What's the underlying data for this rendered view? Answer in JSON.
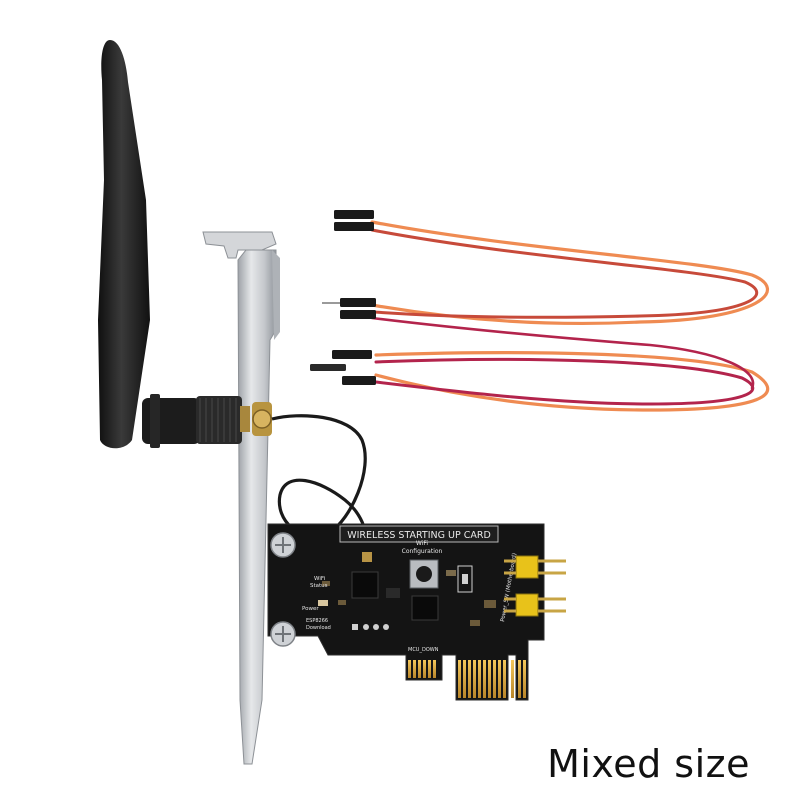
{
  "product": {
    "card_title": "WIRELESS STARTING UP CARD",
    "silkscreen": {
      "wifi_configuration_line1": "WiFi",
      "wifi_configuration_line2": "Configuration",
      "wifi_status_line1": "WiFi",
      "wifi_status_line2": "Status",
      "power_led": "Power",
      "esp_download_line1": "ESP8266",
      "esp_download_line2": "Download",
      "mcu_down": "MCU_DOWN",
      "power_sw": "Power_SW (Motherboard)"
    },
    "colors": {
      "pcb": "#141414",
      "bracket": "#c9ccd0",
      "antenna": "#1b1b1b",
      "gold": "#d9a53a",
      "cable_orange": "#ef8b52",
      "cable_red": "#b3244c",
      "header_yellow": "#e8c21a"
    }
  },
  "caption": "Mixed size"
}
